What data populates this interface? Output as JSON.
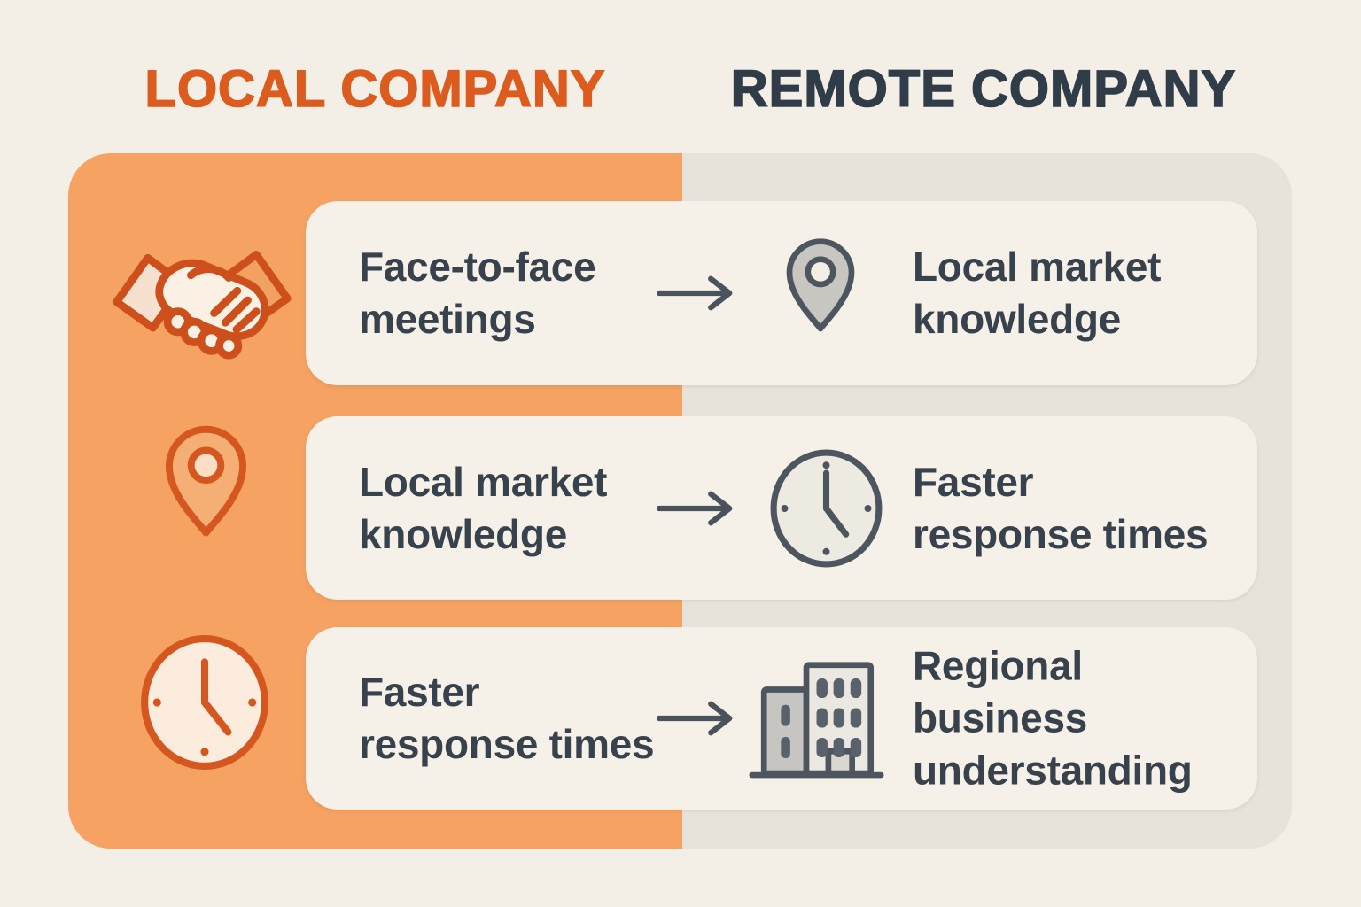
{
  "header": {
    "local_title": "LOCAL COMPANY",
    "remote_title": "REMOTE COMPANY"
  },
  "colors": {
    "accent_orange": "#dc5b1e",
    "icon_orange_stroke": "#cc4f1c",
    "panel_orange": "#f5a263",
    "panel_gray": "#e8e3da",
    "card_background": "#f6f1e8",
    "page_background": "#f3eee6",
    "heading_dark": "#303d49",
    "body_text": "#37424d",
    "icon_gray_stroke": "#4d565f",
    "arrow_gray": "#4a525b"
  },
  "rows": [
    {
      "left": {
        "icon": "handshake-icon",
        "lines": [
          "Face-to-face",
          "meetings"
        ]
      },
      "arrow": "right-arrow-icon",
      "right": {
        "icon": "map-pin-icon",
        "lines": [
          "Local market",
          "knowledge"
        ]
      }
    },
    {
      "left": {
        "icon": "map-pin-icon",
        "lines": [
          "Local market",
          "knowledge"
        ]
      },
      "arrow": "right-arrow-icon",
      "right": {
        "icon": "clock-icon",
        "lines": [
          "Faster",
          "response times"
        ]
      }
    },
    {
      "left": {
        "icon": "clock-icon",
        "lines": [
          "Faster",
          "response times"
        ]
      },
      "arrow": "right-arrow-icon",
      "right": {
        "icon": "building-icon",
        "lines": [
          "Regional",
          "business",
          "understanding"
        ]
      }
    }
  ]
}
